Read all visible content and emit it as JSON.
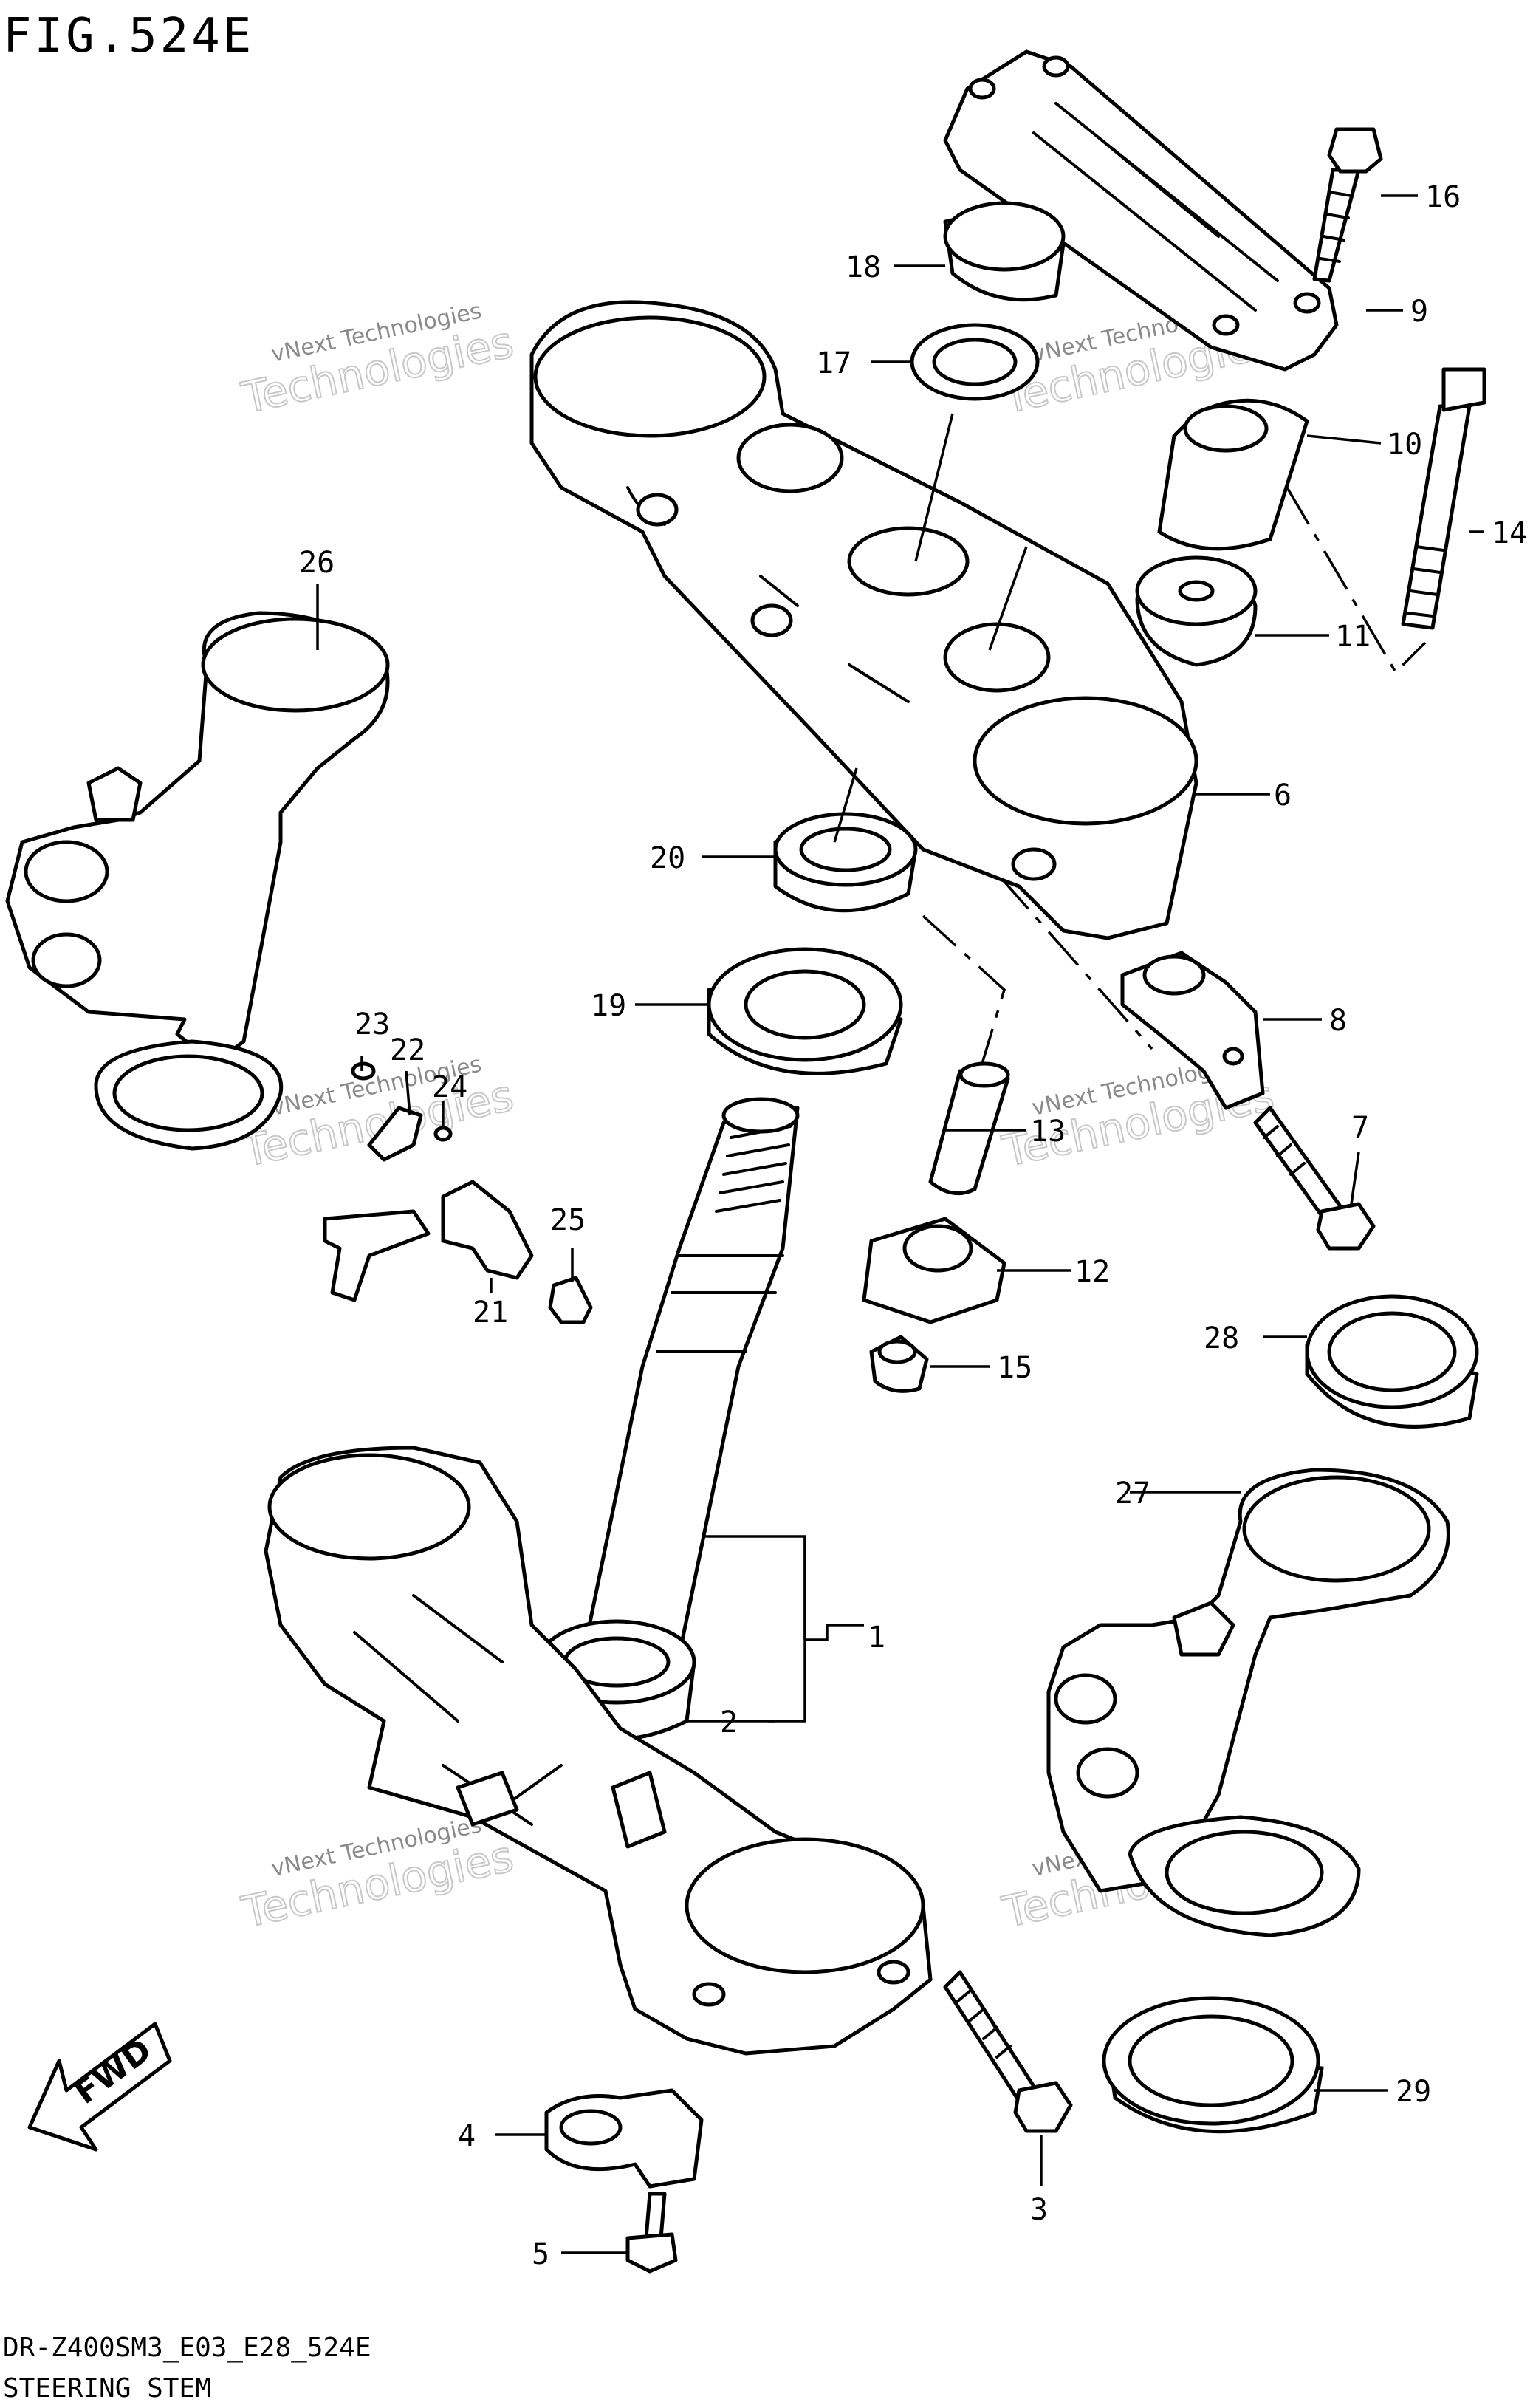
{
  "figure_title": "FIG.524E",
  "footer": {
    "code": "DR-Z400SM3_E03_E28_524E",
    "caption": "STEERING STEM"
  },
  "fwd_label": "FWD",
  "watermark": {
    "small": "vNext Technologies",
    "large": "Technologies"
  },
  "callouts": [
    {
      "id": "c1",
      "label": "1"
    },
    {
      "id": "c2",
      "label": "2"
    },
    {
      "id": "c3",
      "label": "3"
    },
    {
      "id": "c4",
      "label": "4"
    },
    {
      "id": "c5",
      "label": "5"
    },
    {
      "id": "c6",
      "label": "6"
    },
    {
      "id": "c7",
      "label": "7"
    },
    {
      "id": "c8",
      "label": "8"
    },
    {
      "id": "c9",
      "label": "9"
    },
    {
      "id": "c10",
      "label": "10"
    },
    {
      "id": "c11",
      "label": "11"
    },
    {
      "id": "c12",
      "label": "12"
    },
    {
      "id": "c13",
      "label": "13"
    },
    {
      "id": "c14",
      "label": "14"
    },
    {
      "id": "c15",
      "label": "15"
    },
    {
      "id": "c16",
      "label": "16"
    },
    {
      "id": "c17",
      "label": "17"
    },
    {
      "id": "c18",
      "label": "18"
    },
    {
      "id": "c19",
      "label": "19"
    },
    {
      "id": "c20",
      "label": "20"
    },
    {
      "id": "c21",
      "label": "21"
    },
    {
      "id": "c22",
      "label": "22"
    },
    {
      "id": "c23",
      "label": "23"
    },
    {
      "id": "c24",
      "label": "24"
    },
    {
      "id": "c25",
      "label": "25"
    },
    {
      "id": "c26",
      "label": "26"
    },
    {
      "id": "c27",
      "label": "27"
    },
    {
      "id": "c28",
      "label": "28"
    },
    {
      "id": "c29",
      "label": "29"
    }
  ]
}
